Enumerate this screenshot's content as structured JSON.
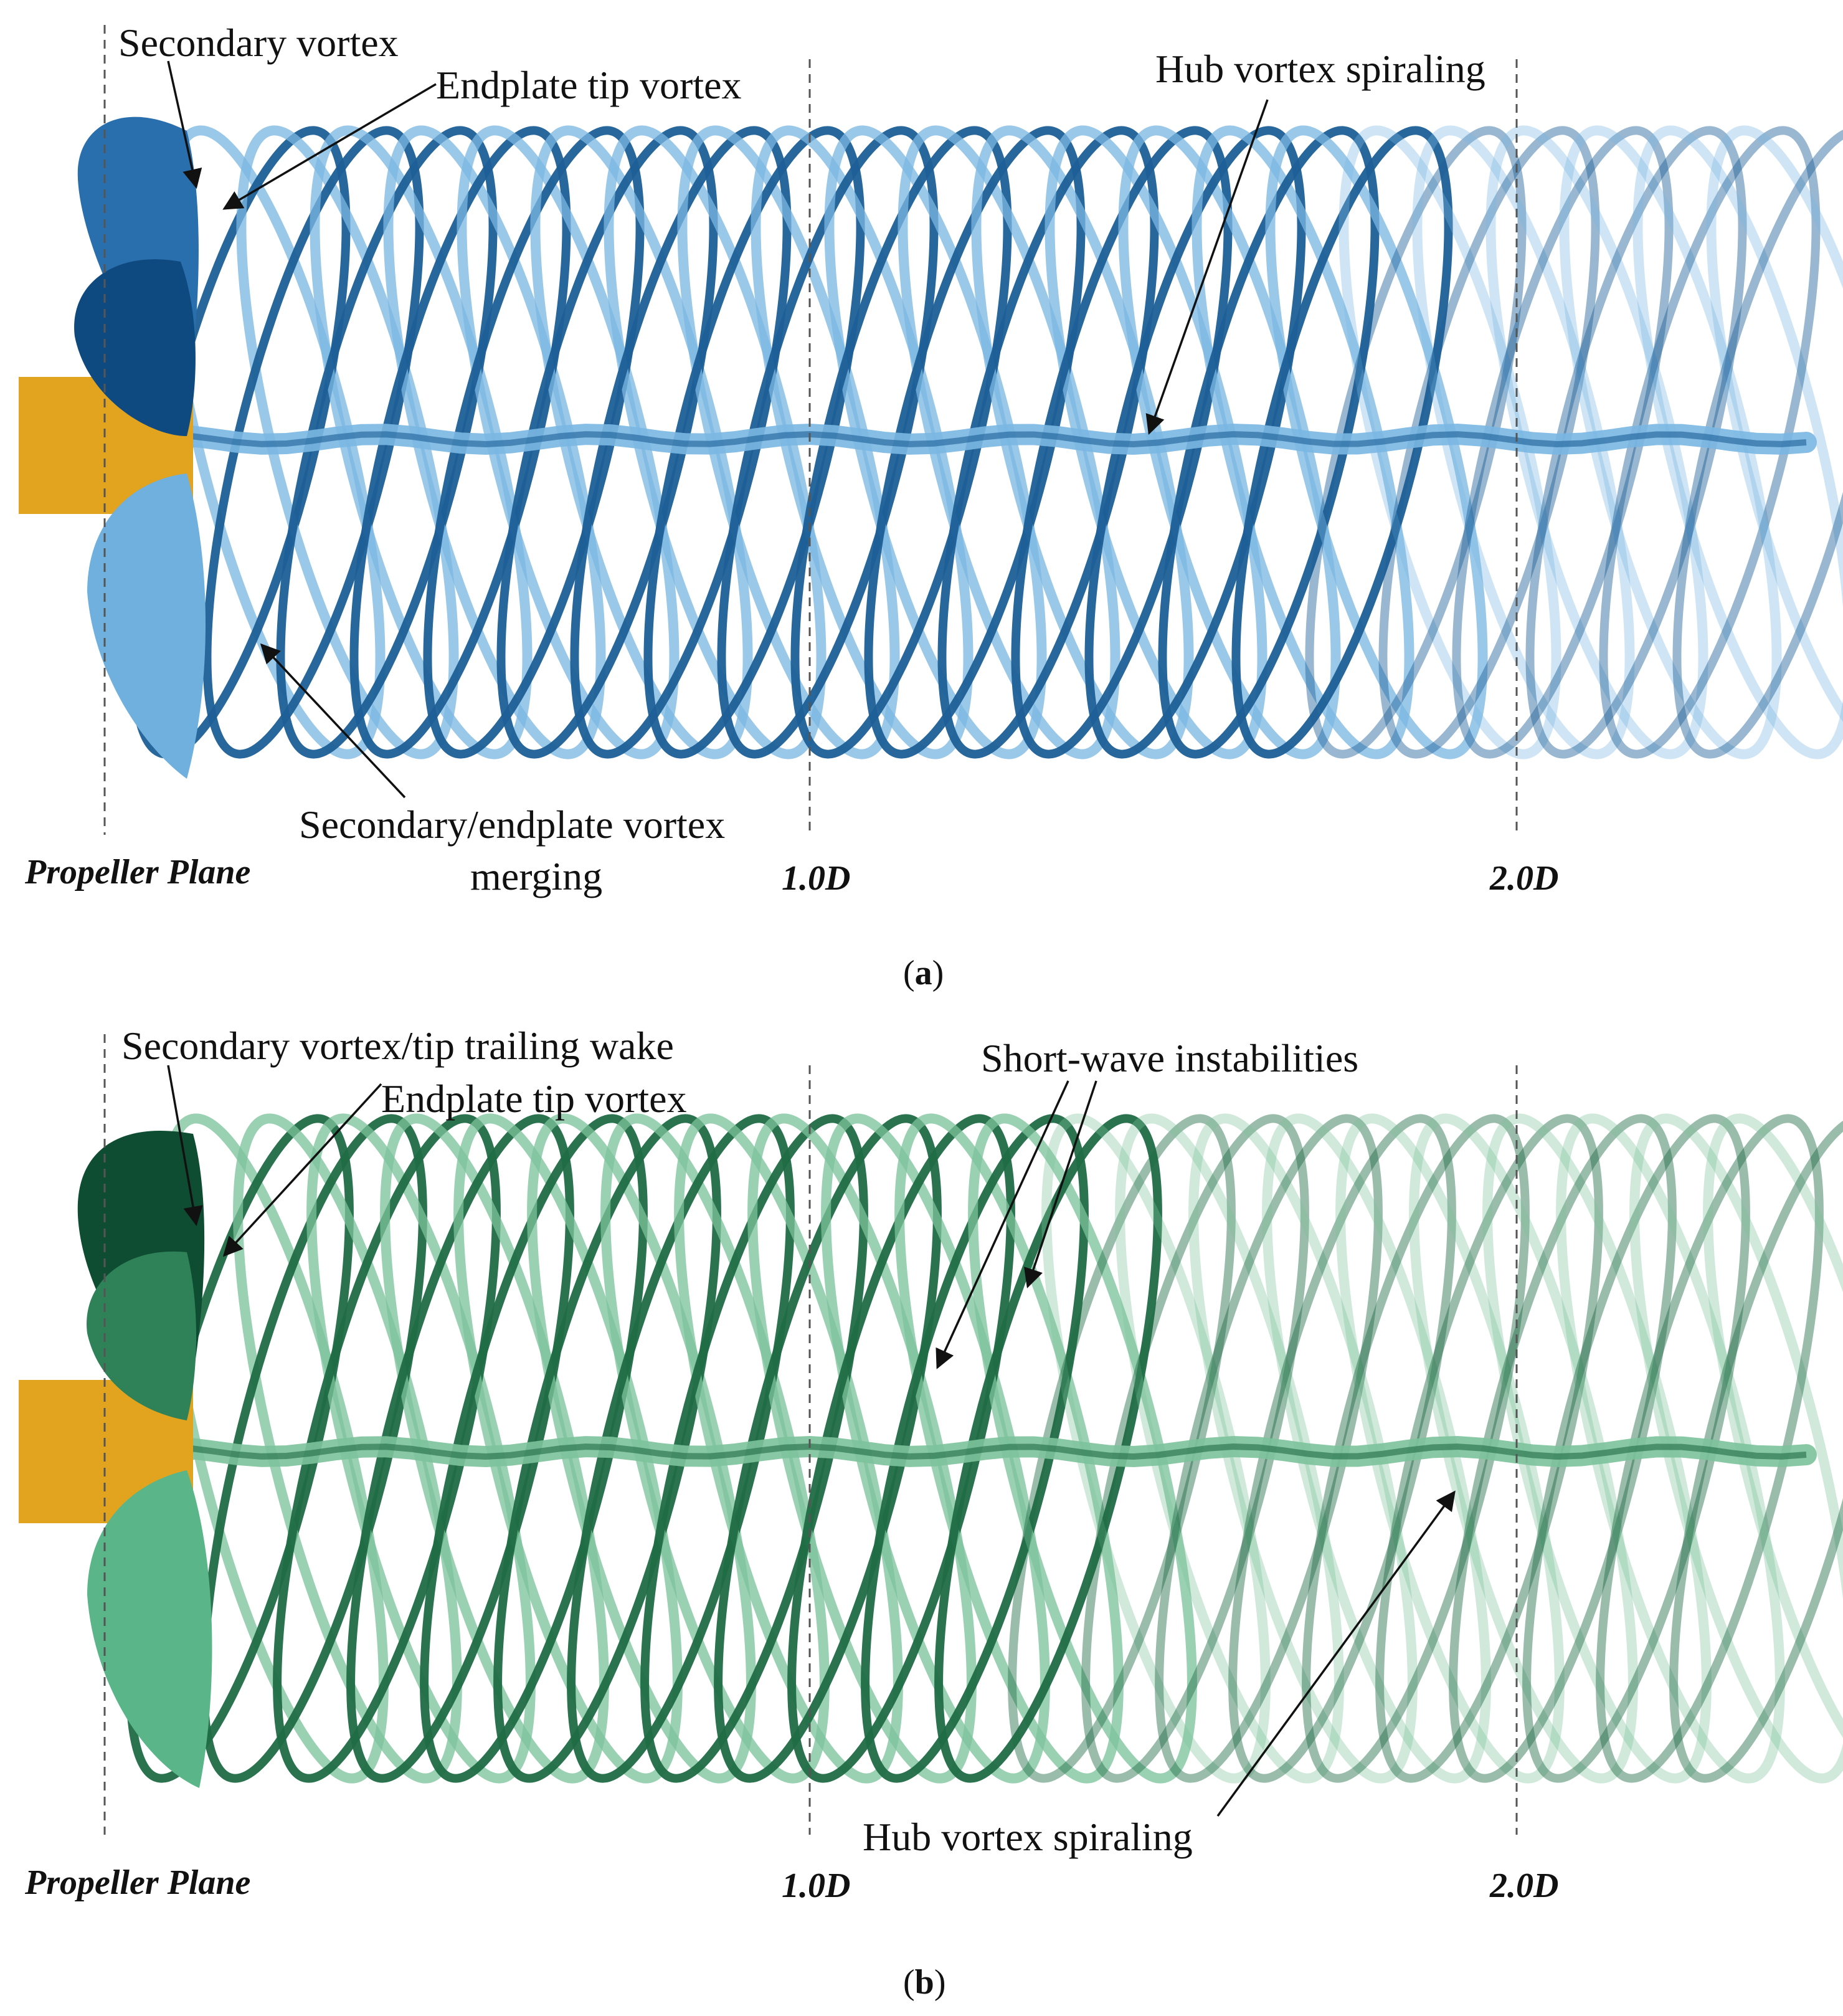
{
  "panels": [
    {
      "id": "a",
      "caption": "a",
      "color_dark": "#1c5f96",
      "color_light": "#7ab7e2",
      "hub_color": "#e0a020",
      "labels": {
        "secondary": "Secondary vortex",
        "endplate": "Endplate tip vortex",
        "hub": "Hub vortex spiraling",
        "merge_line1": "Secondary/endplate vortex",
        "merge_line2": "merging"
      },
      "planes": [
        "Propeller Plane",
        "1.0D",
        "2.0D"
      ]
    },
    {
      "id": "b",
      "caption": "b",
      "color_dark": "#1f6b45",
      "color_light": "#7cc29b",
      "hub_color": "#e0a020",
      "labels": {
        "secondary": "Secondary vortex/tip trailing wake",
        "endplate": "Endplate tip vortex",
        "shortwave": "Short-wave instabilities",
        "hub": "Hub vortex spiraling"
      },
      "planes": [
        "Propeller Plane",
        "1.0D",
        "2.0D"
      ]
    }
  ]
}
